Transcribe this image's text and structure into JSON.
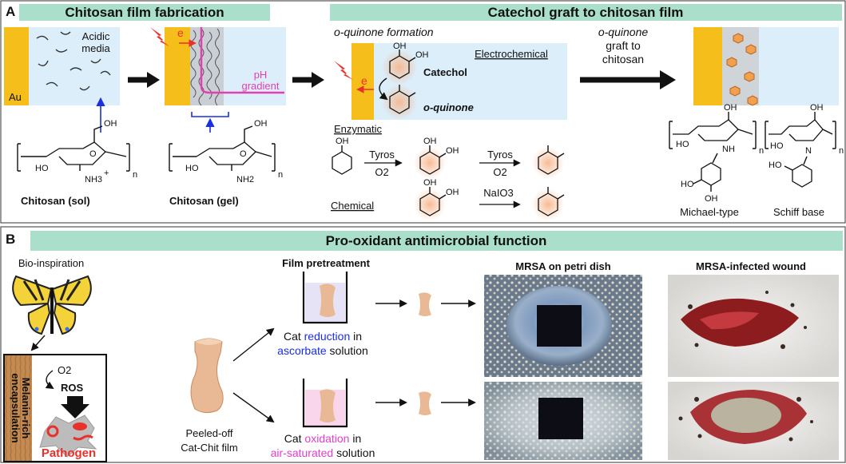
{
  "panel_a": {
    "letter": "A",
    "fab_header": "Chitosan film fabrication",
    "graft_header": "Catechol graft to chitosan film",
    "acidic_media": [
      "Acidic",
      "media"
    ],
    "au": "Au",
    "e": "e",
    "ph_gradient": [
      "pH",
      "gradient"
    ],
    "nh3": "NH3",
    "nh3_charge": "+",
    "nh2": "NH2",
    "oh": "OH",
    "ho": "HO",
    "n_sub": "n",
    "chitosan_sol": "Chitosan (sol)",
    "chitosan_gel": "Chitosan (gel)",
    "oquinone_formation": "o-quinone formation",
    "electrochemical": "Electrochemical",
    "catechol": "Catechol",
    "oquinone": "o-quinone",
    "enzymatic": "Enzymatic",
    "chemical": "Chemical",
    "tyros": "Tyros",
    "o2": "O2",
    "naio3": "NaIO3",
    "graft_text": [
      "o-quinone",
      "graft to",
      "chitosan"
    ],
    "nh": "NH",
    "n_atom": "N",
    "michael": "Michael-type",
    "schiff": "Schiff base"
  },
  "panel_b": {
    "letter": "B",
    "header": "Pro-oxidant antimicrobial function",
    "bio_inspiration": "Bio-inspiration",
    "melanin_encapsulation": [
      "Melanin-rich",
      "encapsulation"
    ],
    "o2": "O2",
    "ros": "ROS",
    "pathogen": "Pathogen",
    "peeled_off": [
      "Peeled-off",
      "Cat-Chit film"
    ],
    "film_pretreatment": "Film pretreatment",
    "reduction": {
      "pre": "Cat ",
      "key": "reduction",
      "post": " in",
      "key2": "ascorbate",
      "post2": " solution"
    },
    "oxidation": {
      "pre": "Cat ",
      "key": "oxidation",
      "post": " in",
      "key2": "air-saturated",
      "post2": " solution"
    },
    "mrsa_petri": "MRSA on petri dish",
    "mrsa_wound": "MRSA-infected wound"
  },
  "colors": {
    "header_bg": "#a9dfcb",
    "media_bg": "#dbeef9",
    "gold": "#f6be1a",
    "magenta": "#e43fb0",
    "red": "#e8312a",
    "blue": "#1b2ee0",
    "pink": "#e040c8",
    "film": "#e9b894"
  }
}
